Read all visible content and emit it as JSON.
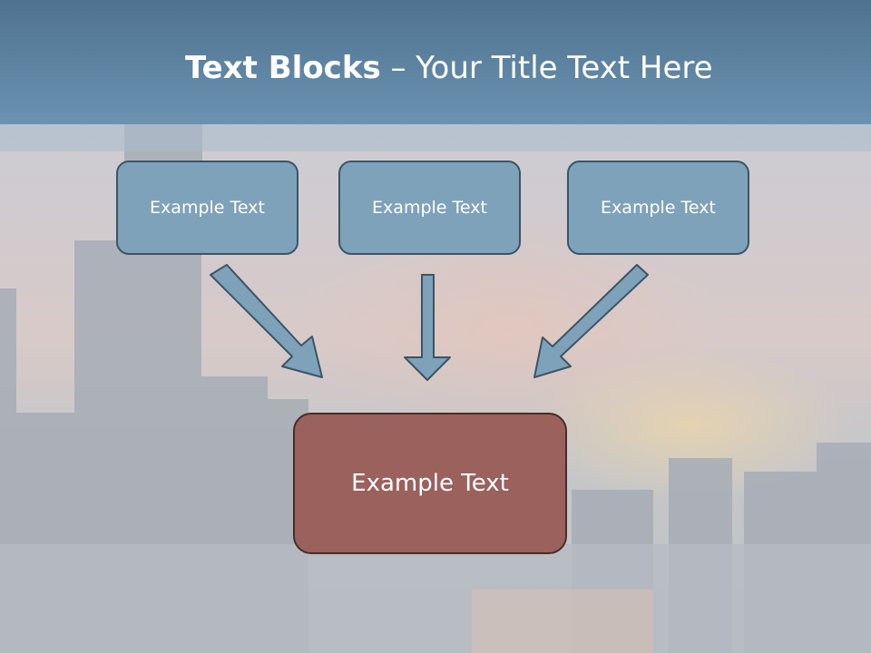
{
  "slide": {
    "title_bold": "Text Blocks",
    "title_rest": " – Your Title Text Here"
  },
  "blocks": {
    "top": [
      {
        "label": "Example Text"
      },
      {
        "label": "Example Text"
      },
      {
        "label": "Example Text"
      }
    ],
    "bottom": {
      "label": "Example Text"
    }
  },
  "colors": {
    "header": "#6a93b1",
    "box_fill": "#7ea2ba",
    "box_border": "#3b5466",
    "main_box_fill": "#9a615d",
    "arrow_fill": "#7ea2ba"
  }
}
